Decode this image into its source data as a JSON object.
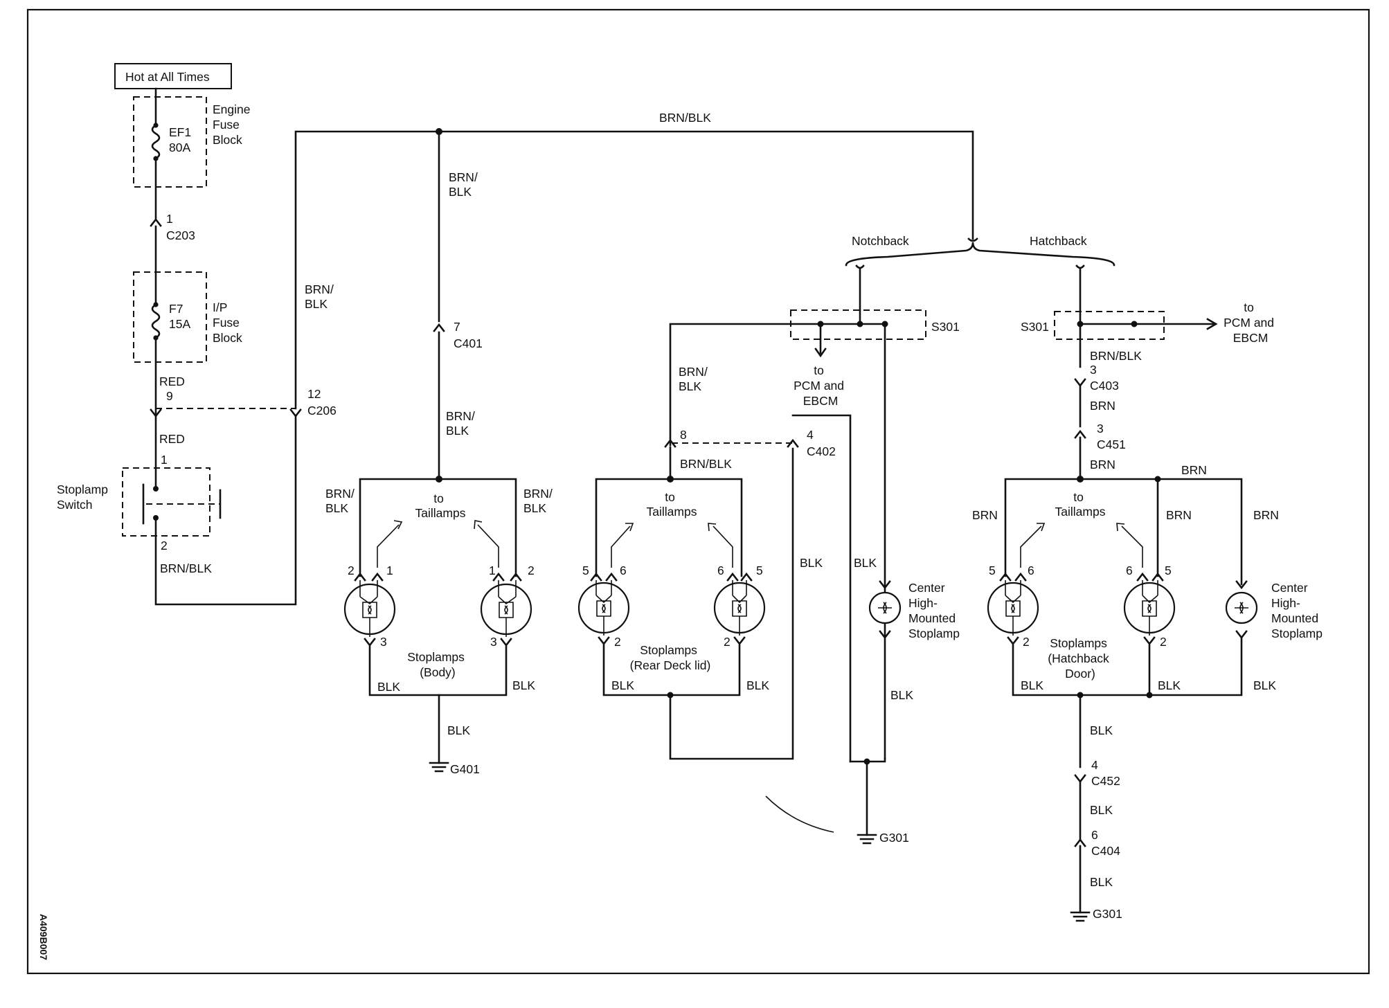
{
  "labels": {
    "hot": "Hot at All Times",
    "engine_fuse_block": [
      "Engine",
      "Fuse",
      "Block"
    ],
    "ef1": [
      "EF1",
      "80A"
    ],
    "ip_fuse_block": [
      "I/P",
      "Fuse",
      "Block"
    ],
    "f7": [
      "F7",
      "15A"
    ],
    "stoplamp_switch": [
      "Stoplamp",
      "Switch"
    ],
    "notchback": "Notchback",
    "hatchback": "Hatchback",
    "to_pcm_ebcm_mid": [
      "to",
      "PCM and",
      "EBCM"
    ],
    "to_pcm_ebcm_right": [
      "to",
      "PCM and",
      "EBCM"
    ],
    "to_taillamps": [
      "to",
      "Taillamps"
    ],
    "stoplamps_body": [
      "Stoplamps",
      "(Body)"
    ],
    "stoplamps_deck": [
      "Stoplamps",
      "(Rear Deck lid)"
    ],
    "stoplamps_hatch": [
      "Stoplamps",
      "(Hatchback",
      "Door)"
    ],
    "chmsl": [
      "Center",
      "High-",
      "Mounted",
      "Stoplamp"
    ],
    "doc_id": "A409B007"
  },
  "connectors": {
    "c203": {
      "pin": "1",
      "name": "C203"
    },
    "c206": {
      "pin": "12",
      "name": "C206"
    },
    "c401": {
      "pin": "7",
      "name": "C401"
    },
    "c402": {
      "pin": "4",
      "name": "C402"
    },
    "c403": {
      "pin": "3",
      "name": "C403"
    },
    "c451": {
      "pin": "3",
      "name": "C451"
    },
    "c452": {
      "pin": "4",
      "name": "C452"
    },
    "c404": {
      "pin": "6",
      "name": "C404"
    }
  },
  "pins": {
    "red_9": "9",
    "sw_1": "1",
    "sw_2": "2",
    "c402_8": "8",
    "p1": "1",
    "p2": "2",
    "p3": "3",
    "p5": "5",
    "p6": "6"
  },
  "splices": {
    "s301": "S301"
  },
  "grounds": {
    "g401": "G401",
    "g301": "G301"
  },
  "wires": {
    "brn_blk": "BRN/BLK",
    "brn_blk_split": [
      "BRN/",
      "BLK"
    ],
    "red": "RED",
    "brn": "BRN",
    "blk": "BLK"
  }
}
